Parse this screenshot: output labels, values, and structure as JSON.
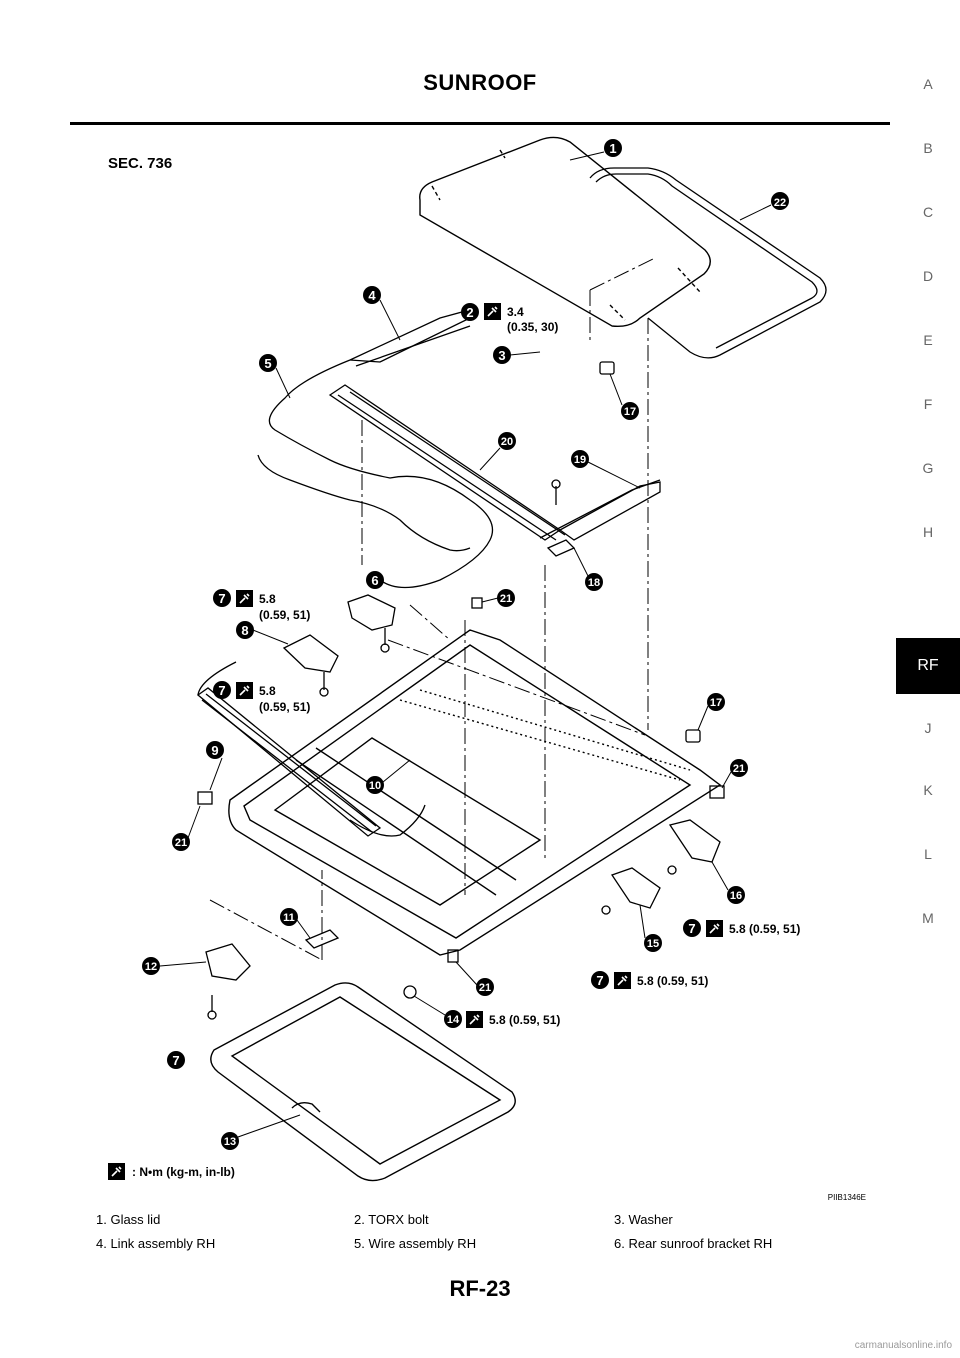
{
  "page_title": "SUNROOF",
  "section_code": "SEC. 736",
  "tabs": [
    "A",
    "B",
    "C",
    "D",
    "E",
    "F",
    "G",
    "H",
    "RF",
    "J",
    "K",
    "L",
    "M"
  ],
  "active_tab": "RF",
  "torque": {
    "t1": "3.4",
    "t1b": "(0.35, 30)",
    "t2": "5.8",
    "t2b": "(0.59, 51)",
    "t3": "5.8",
    "t3b": "(0.59, 51)",
    "t4": "5.8 (0.59, 51)",
    "t5": "5.8 (0.59, 51)",
    "t6": "5.8 (0.59, 51)",
    "unit_legend": ": N•m (kg-m, in-lb)"
  },
  "figure_id": "PIIB1346E",
  "callouts": [
    "1",
    "22",
    "4",
    "2",
    "3",
    "5",
    "17",
    "20",
    "19",
    "18",
    "6",
    "21",
    "7",
    "8",
    "7",
    "9",
    "17",
    "10",
    "21",
    "21",
    "16",
    "11",
    "7",
    "15",
    "12",
    "21",
    "7",
    "14",
    "7",
    "13"
  ],
  "legend": [
    [
      "1.  Glass lid",
      "2.  TORX bolt",
      "3.  Washer"
    ],
    [
      "4.  Link assembly RH",
      "5.  Wire assembly RH",
      "6.  Rear sunroof bracket RH"
    ]
  ],
  "page_number": "RF-23",
  "watermark": "carmanualsonline.info"
}
